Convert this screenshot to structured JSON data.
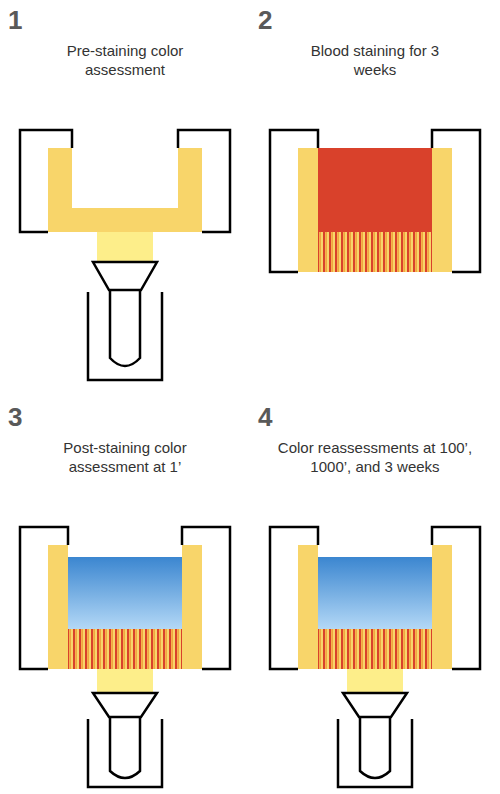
{
  "diagram": {
    "labels": [
      "1",
      "Pre-staining color assessment",
      "2",
      "Blood staining for 3 weeks",
      "3",
      "Post-staining color assessment at 1’",
      "4",
      "Color reassessments at 100’, 1000’, and 3 weeks"
    ]
  }
}
